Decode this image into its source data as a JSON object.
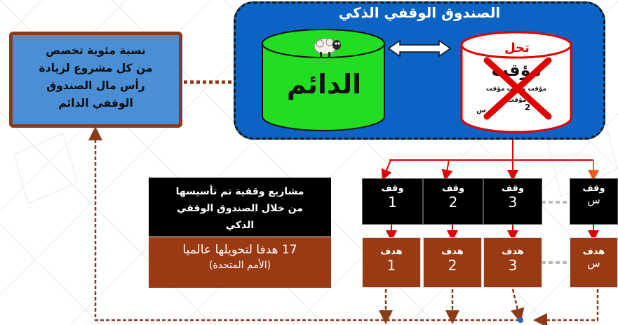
{
  "fund": {
    "title": "الصندوق الوقفي الذكي"
  },
  "left_box": {
    "lines": [
      "نسبة مئوية تخصص",
      "من كل مشروع لزيادة",
      "رأس مال الصندوق",
      "الوقفي الدائم"
    ]
  },
  "permanent": {
    "label": "الدائم"
  },
  "temporary": {
    "top_label": "تحل",
    "label": "مؤقت",
    "small_text": "مؤقت مؤقت مؤقت",
    "small_text2": "مؤقت",
    "small_num": "2",
    "small_s": "س"
  },
  "projects": {
    "lines": [
      "مشاريع وقفية تم تأسيسها",
      "من خلال الصندوق الوقفي",
      "الذكي"
    ]
  },
  "goals": {
    "line1": "17 هدفا لتحويلها عالميا",
    "line2": "(الأمم المتحدة)"
  },
  "waqf": [
    {
      "label": "وقف",
      "num": "1"
    },
    {
      "label": "وقف",
      "num": "2"
    },
    {
      "label": "وقف",
      "num": "3"
    },
    {
      "label": "وقف",
      "num": "س"
    }
  ],
  "goal_items": [
    {
      "label": "هدف",
      "num": "1"
    },
    {
      "label": "هدف",
      "num": "2"
    },
    {
      "label": "هدف",
      "num": "3"
    },
    {
      "label": "هدف",
      "num": "س"
    }
  ],
  "colors": {
    "fund_blue": "#0b63c4",
    "left_box_blue": "#4a8fd6",
    "border_brown": "#8b3a1a",
    "green": "#22dd22",
    "red": "#e00000",
    "goal_brown": "#9a3a12"
  },
  "icons": [
    "sheep-icon",
    "double-arrow-icon",
    "red-cross-icon"
  ]
}
